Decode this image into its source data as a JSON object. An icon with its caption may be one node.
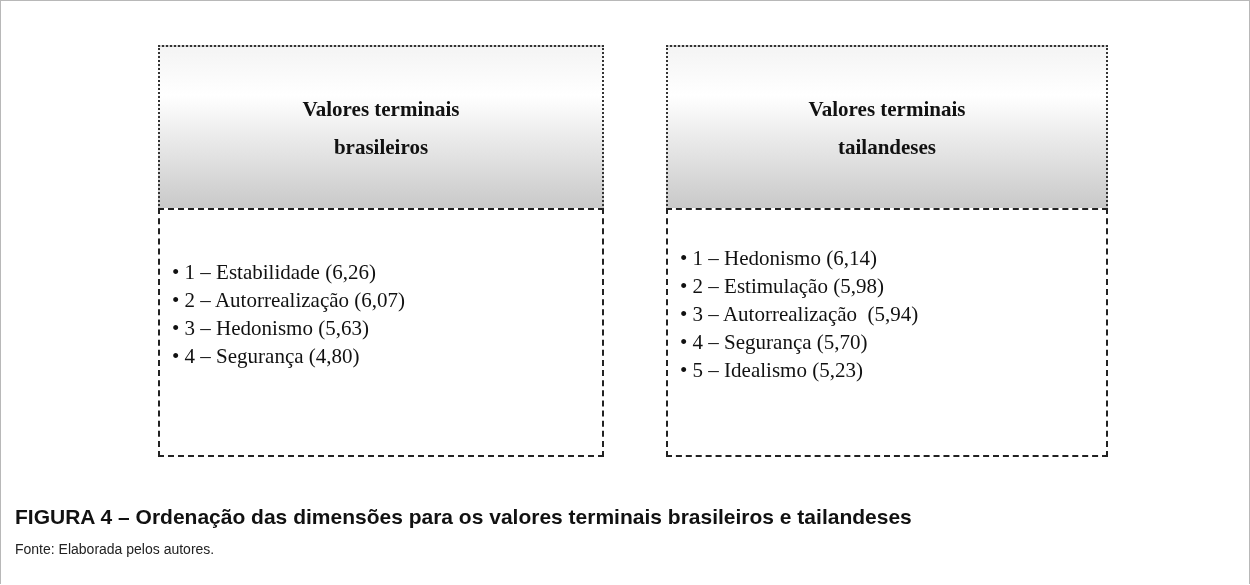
{
  "diagram": {
    "caption": "FIGURA 4 – Ordenação das dimensões para os valores terminais brasileiros e tailandeses",
    "nodes": [
      {
        "text": [
          "Valores terminais brasileiros"
        ]
      },
      {
        "text": [
          "• 1 – Estabilidade (6,26)",
          "• 2 – Autorrealização (6,07)",
          "• 3 – Hedonismo (5,63)",
          "• 4 – Segurança (4,80)"
        ]
      },
      {
        "text": [
          "Valores terminais tailandeses"
        ]
      },
      {
        "text": [
          "• 1 – Hedonismo (6,14)",
          "• 2 – Estimulação (5,98)",
          "• 3 – Autorrealização  (5,94)",
          "• 4 – Segurança (5,70)",
          "• 5 – Idealismo (5,23)"
        ]
      }
    ],
    "labels": [
      "Fonte: Elaborada pelos autores."
    ]
  }
}
